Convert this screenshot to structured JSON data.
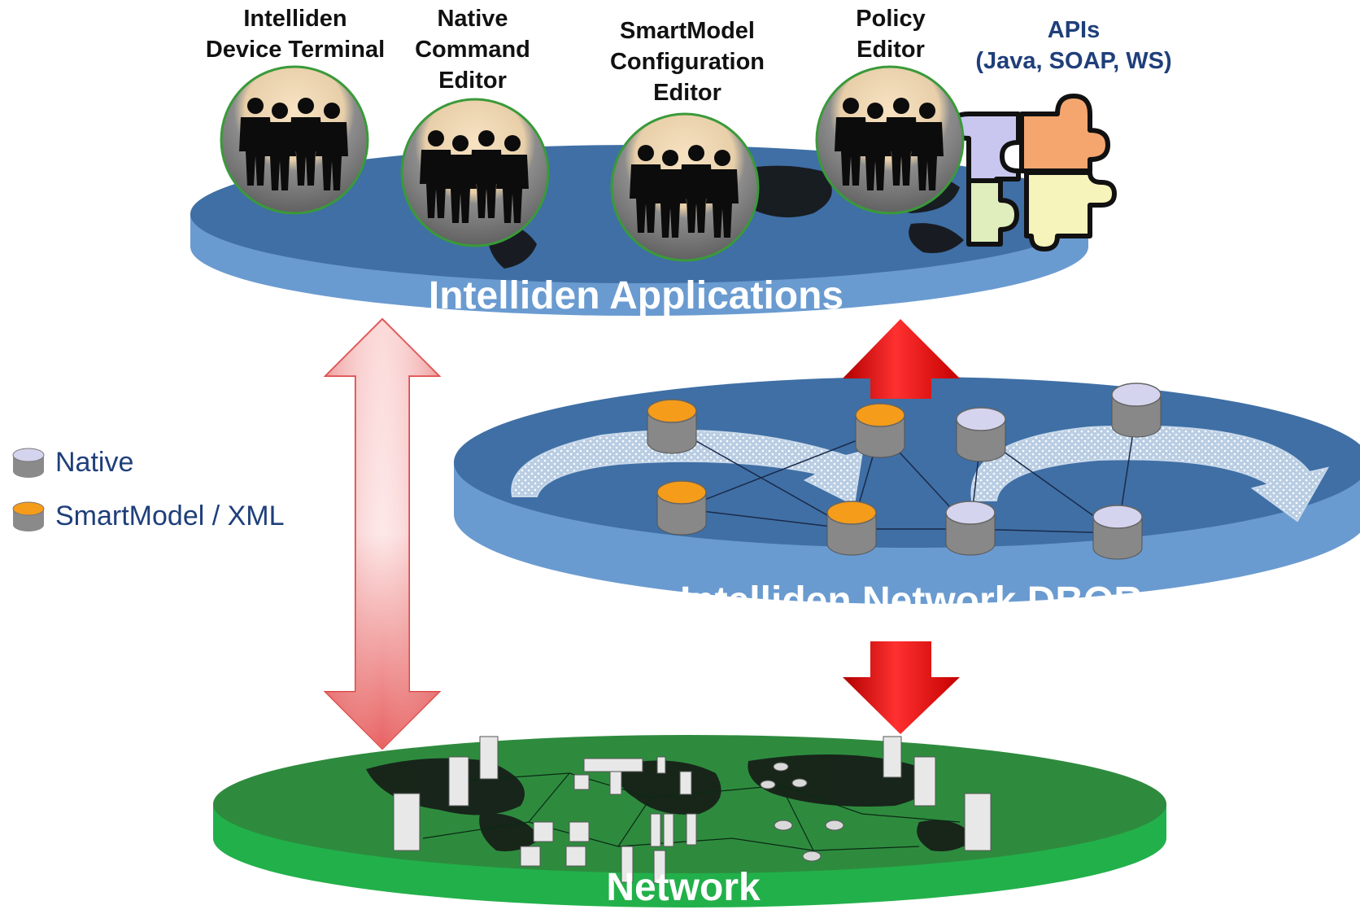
{
  "tools": [
    {
      "line1": "Intelliden",
      "line2": "Device Terminal",
      "line3": ""
    },
    {
      "line1": "Native",
      "line2": "Command",
      "line3": "Editor"
    },
    {
      "line1": "SmartModel",
      "line2": "Configuration",
      "line3": "Editor"
    },
    {
      "line1": "Policy",
      "line2": "Editor",
      "line3": ""
    }
  ],
  "apis": {
    "line1": "APIs",
    "line2": "(Java, SOAP, WS)"
  },
  "platforms": {
    "applications": "Intelliden Applications",
    "dbor": "Intelliden Network DBOR",
    "network": "Network"
  },
  "legend": [
    {
      "label": "Native",
      "icon": "native-database-icon",
      "color": "#d4d4ee"
    },
    {
      "label": "SmartModel / XML",
      "icon": "smartmodel-database-icon",
      "color": "#f59c1a"
    }
  ],
  "colors": {
    "applications_platform": "#3f6fa5",
    "dbor_platform": "#3f6fa5",
    "network_platform": "#2e8b3e",
    "arrow_strong": "#e41a1a",
    "arrow_light": "#f7b0b0",
    "native_db": "#d4d4ee",
    "smartmodel_db": "#f59c1a"
  }
}
